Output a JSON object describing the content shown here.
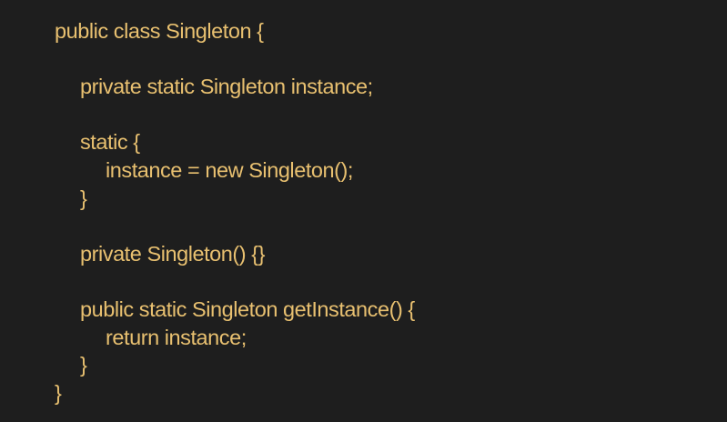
{
  "code": {
    "lines": [
      "public class Singleton {",
      "",
      "private static Singleton instance;",
      "",
      "static {",
      "instance = new Singleton();",
      "}",
      "",
      "private Singleton() {}",
      "",
      "public static Singleton getInstance() {",
      "return instance;",
      "}",
      "}"
    ],
    "text_color": "#e8c070",
    "background_color": "#1e1e1e"
  }
}
